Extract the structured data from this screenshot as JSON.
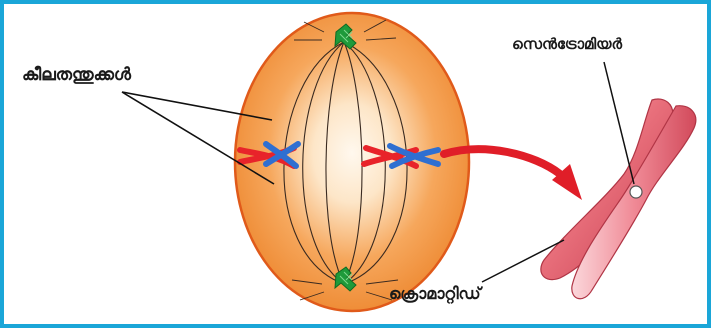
{
  "labels": {
    "spindle_fibres": "കീലതന്തുക്കൾ",
    "centromere": "സെൻട്രോമിയർ",
    "chromatid": "ക്രൊമാറ്റിഡ്"
  },
  "colors": {
    "frame_border": "#1aa6d8",
    "cell_fill": "#f0903a",
    "cell_outline": "#e05a1a",
    "cell_center": "#fff6ea",
    "centrosome": "#1e9a3a",
    "chromosome_red": "#e8232a",
    "chromosome_blue": "#2f6fd1",
    "chromosome_pink": "#e9707c",
    "arrow": "#e01e28"
  },
  "icons": {
    "cell": "dividing-cell-metaphase",
    "arrow": "curved-arrow-icon",
    "chromosome": "replicated-chromosome-icon"
  }
}
